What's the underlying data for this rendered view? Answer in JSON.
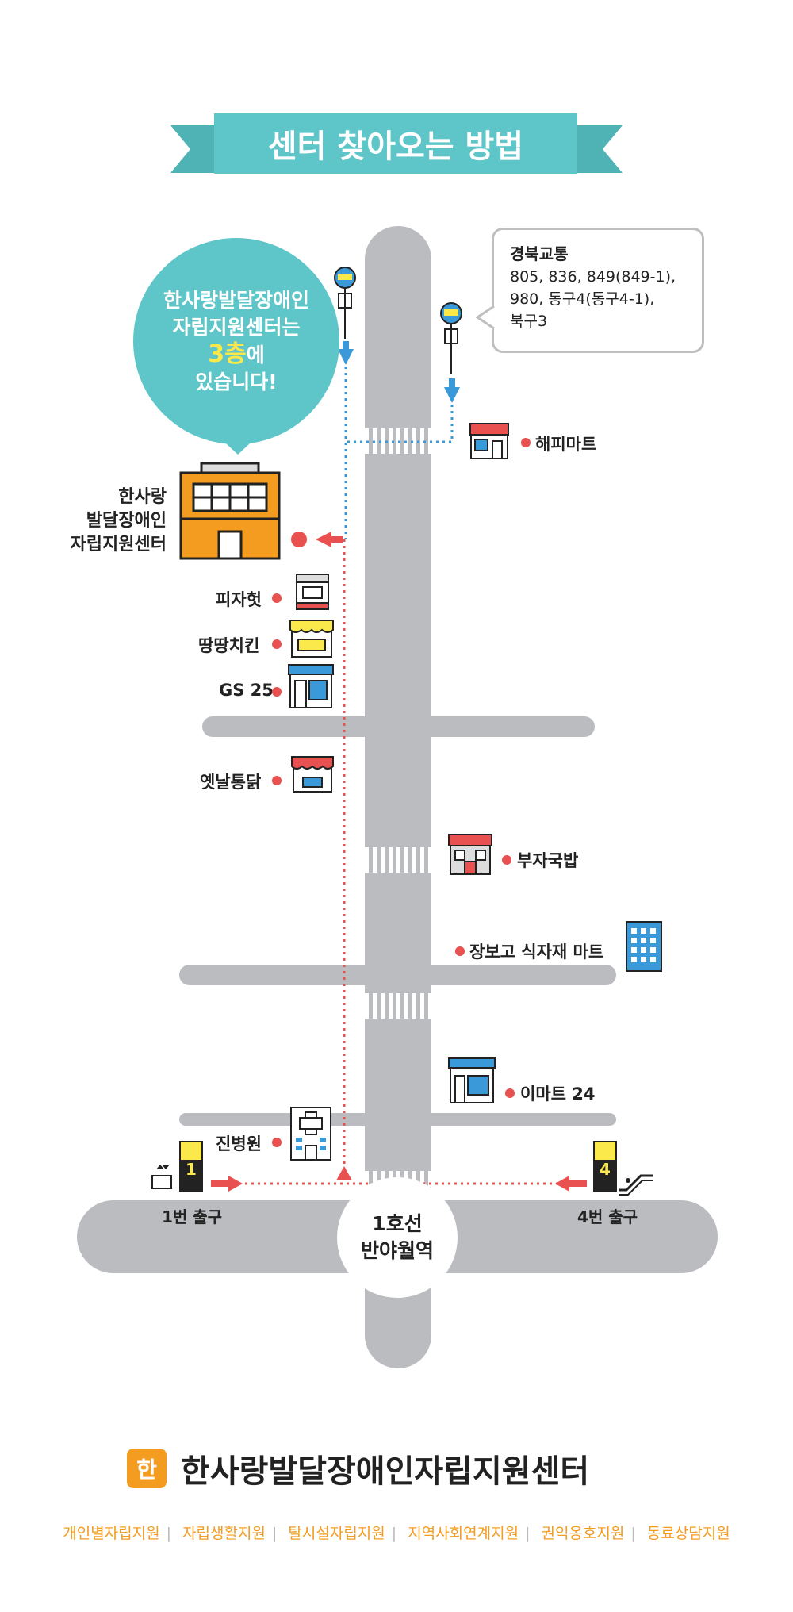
{
  "title": "센터 찾아오는 방법",
  "bubble": {
    "line1": "한사랑발달장애인",
    "line2": "자립지원센터는",
    "floor": "3층",
    "floor_suffix": "에",
    "line4": "있습니다!"
  },
  "bus_info": {
    "company": "경북교통",
    "line1": "805, 836, 849(849-1),",
    "line2": "980, 동구4(동구4-1),",
    "line3": "북구3"
  },
  "center": {
    "line1": "한사랑",
    "line2": "발달장애인",
    "line3": "자립지원센터"
  },
  "places": {
    "happy_mart": "해피마트",
    "pizza_hut": "피자헛",
    "ttang_chicken": "땅땅치킨",
    "gs25": "GS 25",
    "old_chicken": "옛날통닭",
    "buja_gukbap": "부자국밥",
    "jangbogo": "장보고 식자재 마트",
    "emart24": "이마트 24",
    "jin_hospital": "진병원"
  },
  "exits": {
    "exit1_num": "1",
    "exit1_label": "1번 출구",
    "exit4_num": "4",
    "exit4_label": "4번 출구"
  },
  "station": {
    "line": "1호선",
    "name": "반야월역"
  },
  "footer": {
    "logo_mark": "한",
    "logo_text": "한사랑발달장애인자립지원센터",
    "services": [
      "개인별자립지원",
      "자립생활지원",
      "탈시설자립지원",
      "지역사회연계지원",
      "권익옹호지원",
      "동료상담지원"
    ]
  },
  "colors": {
    "teal": "#5ec6c9",
    "orange": "#f39c1f",
    "road": "#bbbcbf",
    "route_red": "#e95050",
    "route_blue": "#3a9ad9",
    "highlight": "#fbe84a"
  }
}
